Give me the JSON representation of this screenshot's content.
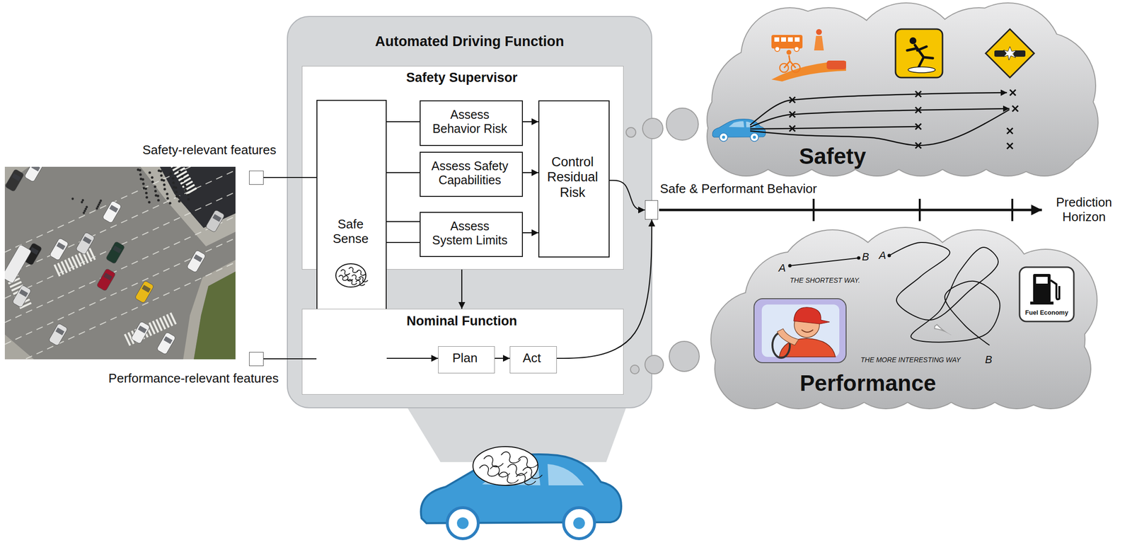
{
  "diagram": {
    "nodes": [
      {
        "text": [
          "Safety-relevant features"
        ]
      },
      {
        "text": [
          "Performance-relevant features"
        ]
      },
      {
        "text": [
          "Automated Driving Function"
        ]
      },
      {
        "text": [
          "Safety Supervisor"
        ],
        "in": 2
      },
      {
        "text": [
          "Safe Sense"
        ],
        "in": 2
      },
      {
        "text": [
          "Assess Behavior Risk"
        ],
        "in": 3
      },
      {
        "text": [
          "Assess Safety Capabilities"
        ],
        "in": 3
      },
      {
        "text": [
          "Assess System Limits"
        ],
        "in": 3
      },
      {
        "text": [
          "Control Residual Risk"
        ],
        "in": 3
      },
      {
        "text": [
          "Nominal Function"
        ],
        "in": 2
      },
      {
        "text": [
          "Plan"
        ],
        "in": 9
      },
      {
        "text": [
          "Act"
        ],
        "in": 9
      },
      {
        "text": [
          "Safe & Performant Behavior"
        ]
      },
      {
        "text": [
          "Safety"
        ]
      },
      {
        "text": [
          "Performance"
        ]
      }
    ],
    "edges": [
      {
        "from": 0,
        "to": 4,
        "arrow": "none"
      },
      {
        "from": 1,
        "to": 4,
        "arrow": "none"
      },
      {
        "from": 4,
        "to": 5,
        "arrow": "none"
      },
      {
        "from": 4,
        "to": 6,
        "arrow": "none"
      },
      {
        "from": 4,
        "to": 7,
        "arrow": "none"
      },
      {
        "from": 4,
        "to": 7,
        "arrow": "none"
      },
      {
        "from": 5,
        "to": 8,
        "arrow": "to"
      },
      {
        "from": 6,
        "to": 8,
        "arrow": "to"
      },
      {
        "from": 7,
        "to": 8,
        "arrow": "to"
      },
      {
        "from": 3,
        "to": 9,
        "arrow": "to"
      },
      {
        "from": 4,
        "to": 10,
        "arrow": "to"
      },
      {
        "from": 10,
        "to": 11,
        "arrow": "to"
      },
      {
        "from": 8,
        "to": 12,
        "arrow": "to"
      },
      {
        "from": 11,
        "to": 12,
        "arrow": "to"
      }
    ],
    "labels": [
      "Prediction Horizon",
      "A",
      "B",
      "THE SHORTEST WAY.",
      "A",
      "THE MORE INTERESTING WAY",
      "B",
      "Fuel Economy"
    ]
  }
}
